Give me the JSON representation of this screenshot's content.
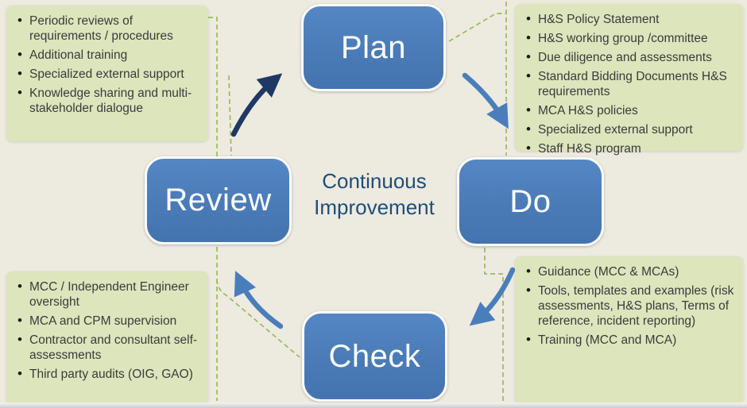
{
  "diagram_title": "Continuous Improvement",
  "center_label": {
    "line1": "Continuous",
    "line2": "Improvement"
  },
  "nodes": {
    "plan": {
      "label": "Plan"
    },
    "do": {
      "label": "Do"
    },
    "check": {
      "label": "Check"
    },
    "review": {
      "label": "Review"
    }
  },
  "callouts": {
    "plan_items": [
      "H&S Policy Statement",
      "H&S working group /committee",
      "Due diligence and assessments",
      "Standard Bidding Documents H&S requirements",
      "MCA H&S policies",
      "Specialized external support",
      "Staff H&S program"
    ],
    "do_items": [
      "Guidance (MCC & MCAs)",
      "Tools, templates and examples (risk assessments, H&S plans, Terms of reference, incident reporting)",
      "Training (MCC and MCA)"
    ],
    "check_items": [
      "MCC / Independent Engineer oversight",
      "MCA and CPM supervision",
      "Contractor and consultant self-assessments",
      "Third party audits (OIG, GAO)"
    ],
    "review_items": [
      "Periodic reviews of requirements / procedures",
      "Additional training",
      "Specialized external support",
      "Knowledge sharing and multi-stakeholder dialogue"
    ]
  },
  "colors": {
    "background": "#edeae0",
    "node_blue": "#4a7bb7",
    "callout_green": "#dce5bc",
    "connector_green": "#9bbb59",
    "arrow_blue": "#4a7ebb",
    "arrow_navy": "#1f3864",
    "center_text": "#1f4e79"
  }
}
